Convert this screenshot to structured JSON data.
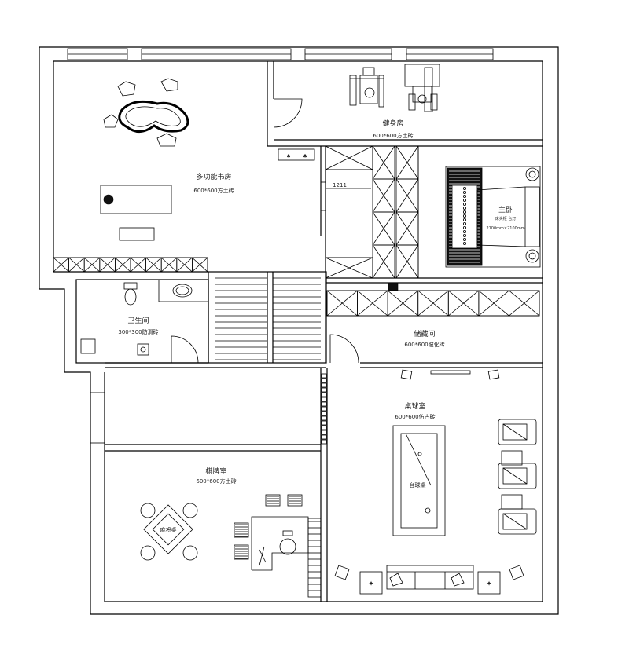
{
  "rooms": [
    {
      "id": "tea-room",
      "name": "多功能书房",
      "floor": "600*600方土砖"
    },
    {
      "id": "gym",
      "name": "健身房",
      "floor": "600*600方土砖"
    },
    {
      "id": "bedroom",
      "name": "主卧",
      "floor": ""
    },
    {
      "id": "bathroom",
      "name": "卫生间",
      "floor": "300*300防滑砖"
    },
    {
      "id": "storage",
      "name": "储藏间",
      "floor": "600*600玻化砖"
    },
    {
      "id": "billiard",
      "name": "桌球室",
      "floor": "600*600仿古砖"
    },
    {
      "id": "mahjong",
      "name": "棋牌室",
      "floor": "600*600方土砖"
    }
  ],
  "labels": {
    "wardrobe_dim": "1211",
    "bed_dim": "2100mm×2100mm",
    "bed_dim_top": "床头柜 台灯",
    "billiard_table": "台球桌",
    "mahjong_table": "麻将桌",
    "sink_label": ""
  }
}
